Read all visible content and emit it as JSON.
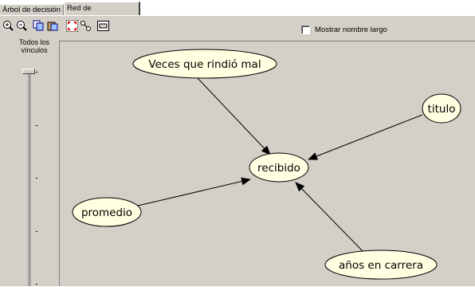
{
  "tabs": [
    {
      "label": "Árbol de decisión",
      "active": false
    },
    {
      "label": "Red de dependencias",
      "active": true
    }
  ],
  "toolbar": {
    "buttons": [
      "zoom-in",
      "zoom-out",
      "copy",
      "paste",
      "fit-to-window",
      "layout",
      "print"
    ]
  },
  "options": {
    "show_long_name_label": "Mostrar nombre largo",
    "show_long_name_checked": false
  },
  "slider": {
    "label_line1": "Todos los",
    "label_line2": "vínculos"
  },
  "network": {
    "nodes": [
      {
        "id": "veces",
        "label": "Veces que rindió mal"
      },
      {
        "id": "titulo",
        "label": "titulo"
      },
      {
        "id": "recibido",
        "label": "recibido"
      },
      {
        "id": "promedio",
        "label": "promedio"
      },
      {
        "id": "anios",
        "label": "años en carrera"
      }
    ],
    "edges": [
      {
        "from": "veces",
        "to": "recibido"
      },
      {
        "from": "titulo",
        "to": "recibido"
      },
      {
        "from": "promedio",
        "to": "recibido"
      },
      {
        "from": "anios",
        "to": "recibido"
      }
    ]
  },
  "colors": {
    "node_fill": "#ffffe1",
    "panel_bg": "#d4d0c8"
  }
}
